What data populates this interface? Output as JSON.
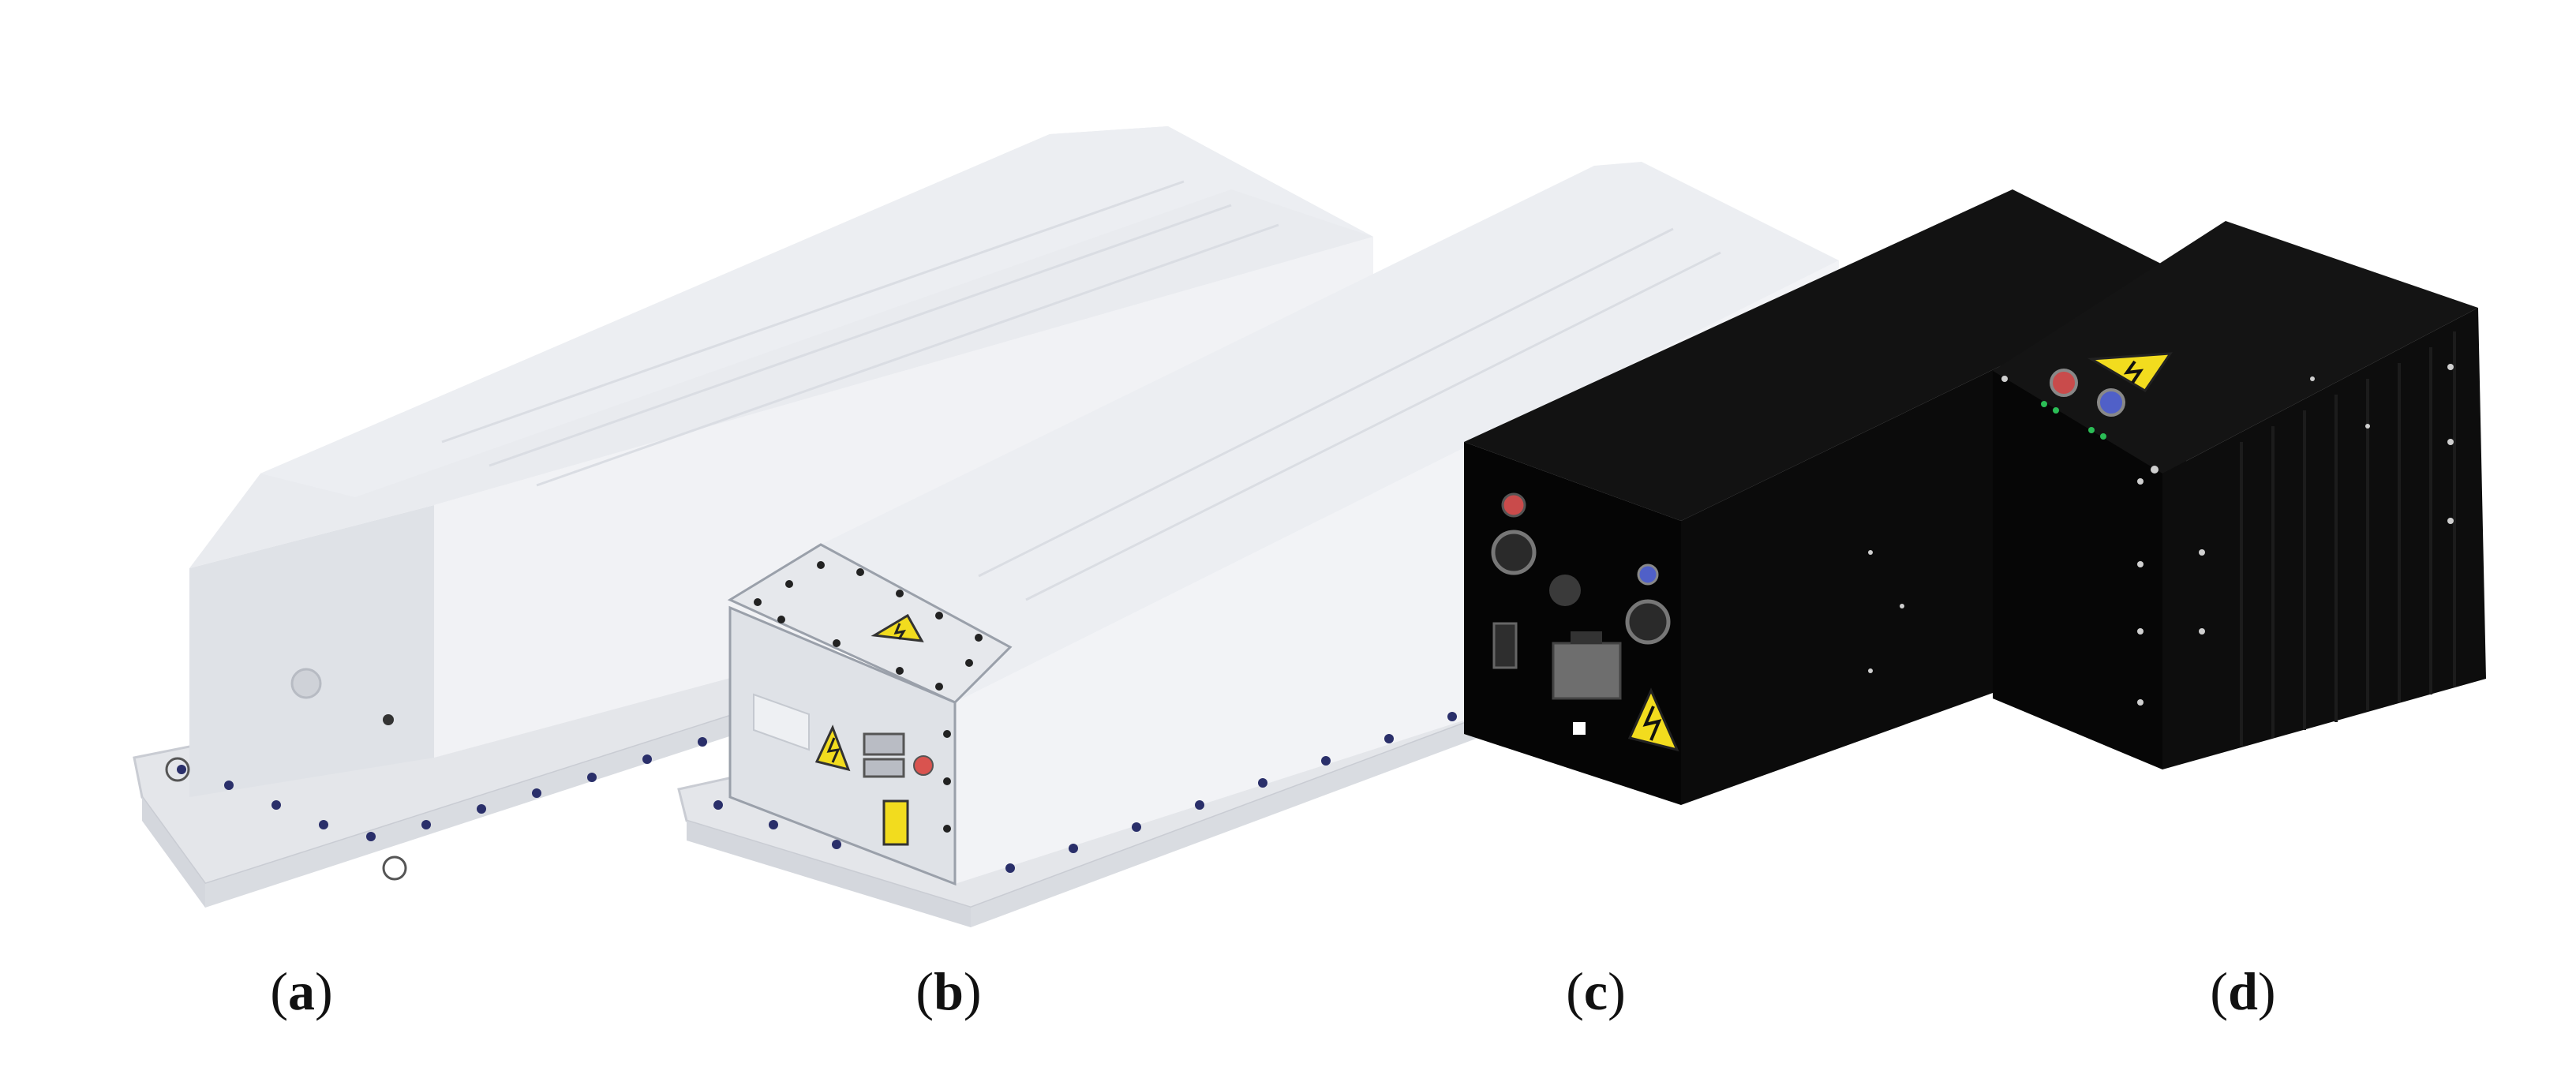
{
  "figure": {
    "panels": [
      {
        "id": "a",
        "paren_open": "(",
        "letter": "a",
        "paren_close": ")"
      },
      {
        "id": "b",
        "paren_open": "(",
        "letter": "b",
        "paren_close": ")"
      },
      {
        "id": "c",
        "paren_open": "(",
        "letter": "c",
        "paren_close": ")"
      },
      {
        "id": "d",
        "paren_open": "(",
        "letter": "d",
        "paren_close": ")"
      }
    ]
  },
  "colors": {
    "white_top": "#eceef2",
    "white_front": "#dfe2e7",
    "white_side": "#f1f2f5",
    "white_base": "#e4e6ea",
    "bolt": "#2a2f6a",
    "black_top": "#121212",
    "black_front": "#050505",
    "black_side": "#0b0b0b",
    "warning_yellow": "#f2dc1e"
  },
  "icons": [
    "high-voltage-warning-icon",
    "connector-icon",
    "bolt-icon"
  ]
}
